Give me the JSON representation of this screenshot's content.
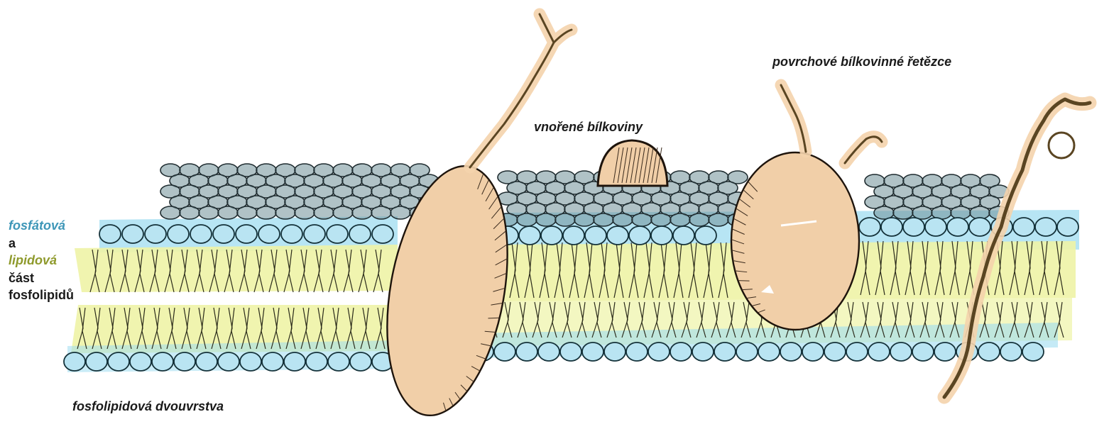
{
  "diagram": {
    "labels": {
      "embedded_proteins": "vnořené bílkoviny",
      "surface_chains": "povrchové bílkovinné řetězce",
      "bilayer": "fosfolipidová dvouvrstva",
      "side_lines": [
        "fosfátová",
        "a",
        "lipidová",
        "část",
        "fosfolipidů"
      ]
    },
    "colors": {
      "head_fill": "#b9e4f2",
      "head_band": "#9fdcf0",
      "tail_band": "#eef3a6",
      "back_heads": "#6f8f98",
      "protein_fill": "#f1cfa8",
      "protein_shade": "#c9a27a",
      "chain": "#5a4522",
      "chain_glow": "#f4d3ac",
      "side_blue": "#3f97b8",
      "side_olive": "#8f9a2c"
    },
    "icons": [
      "membrane-bilayer-illustration",
      "transmembrane-protein-icon",
      "surface-chain-icon"
    ]
  }
}
